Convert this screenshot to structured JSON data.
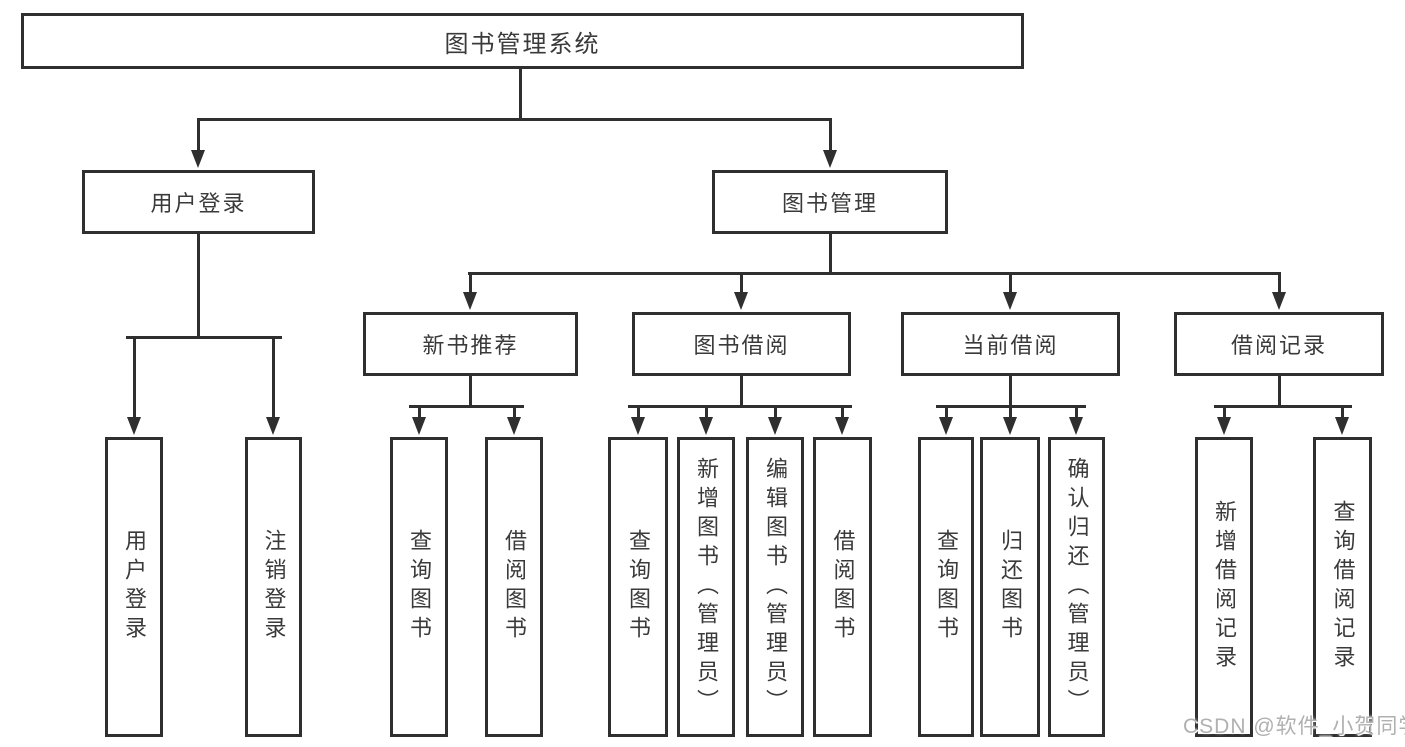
{
  "diagram": {
    "root_label": "图书管理系统",
    "level2": {
      "user_login": "用户登录",
      "book_mgmt": "图书管理"
    },
    "level3": {
      "new_books": "新书推荐",
      "book_borrow": "图书借阅",
      "current_borrow": "当前借阅",
      "borrow_records": "借阅记录"
    },
    "leaves": {
      "user": [
        "用户登录",
        "注销登录"
      ],
      "new_books": [
        "查询图书",
        "借阅图书"
      ],
      "book_borrow": [
        "查询图书",
        "新增图书（管理员）",
        "编辑图书（管理员）",
        "借阅图书"
      ],
      "current_borrow": [
        "查询图书",
        "归还图书",
        "确认归还（管理员）"
      ],
      "borrow_records": [
        "新增借阅记录",
        "查询借阅记录"
      ]
    },
    "colors": {
      "line": "#2f2f2f",
      "text": "#3a3a3a",
      "watermark": "#b0b0b0",
      "background": "#ffffff"
    },
    "watermark": "CSDN @软件_小贺同学"
  }
}
